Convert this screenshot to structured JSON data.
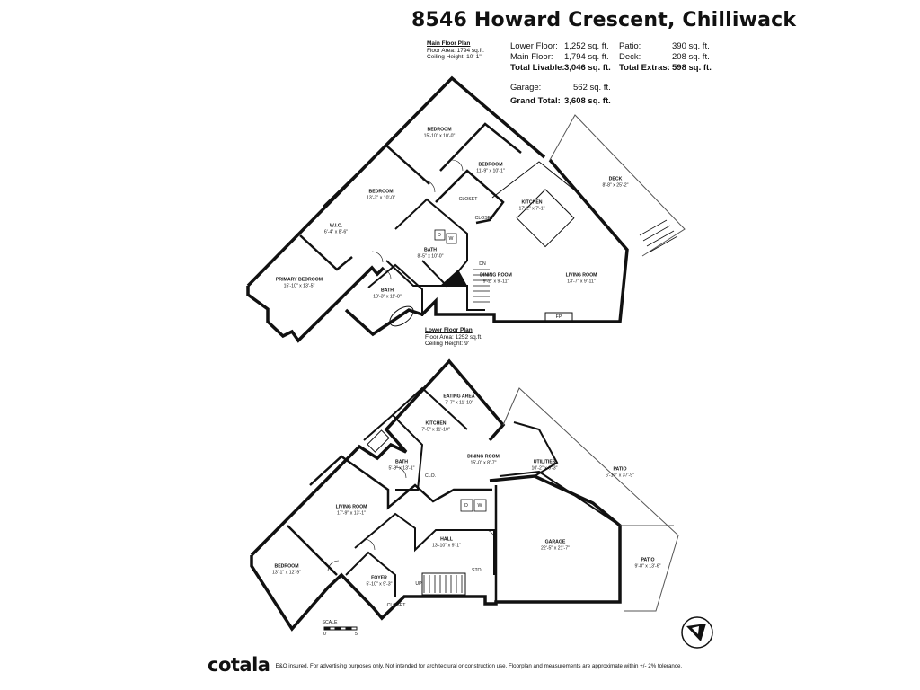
{
  "title": "8546 Howard Crescent, Chilliwack",
  "main_plan_info": {
    "heading": "Main Floor Plan",
    "floor_area": "Floor Area: 1794 sq.ft.",
    "ceiling": "Ceiling Height: 10'-1\""
  },
  "lower_plan_info": {
    "heading": "Lower Floor Plan",
    "floor_area": "Floor Area: 1252 sq.ft.",
    "ceiling": "Ceiling Height: 9'"
  },
  "areas": {
    "lower_floor_label": "Lower Floor:",
    "lower_floor_value": "1,252",
    "main_floor_label": "Main Floor:",
    "main_floor_value": "1,794",
    "total_livable_label": "Total Livable:",
    "total_livable_value": "3,046",
    "garage_label": "Garage:",
    "garage_value": "562",
    "grand_total_label": "Grand Total:",
    "grand_total_value": "3,608",
    "patio_label": "Patio:",
    "patio_value": "390",
    "deck_label": "Deck:",
    "deck_value": "208",
    "total_extras_label": "Total Extras:",
    "total_extras_value": "598",
    "unit": "sq. ft."
  },
  "main_rooms": {
    "bedroom1_name": "BEDROOM",
    "bedroom1_dim": "15'-10\" x 10'-0\"",
    "bedroom2_name": "BEDROOM",
    "bedroom2_dim": "11'-9\" x 10'-1\"",
    "bedroom3_name": "BEDROOM",
    "bedroom3_dim": "13'-3\" x 10'-0\"",
    "wic_name": "W.I.C.",
    "wic_dim": "6'-4\" x 8'-6\"",
    "primary_name": "PRIMARY BEDROOM",
    "primary_dim": "15'-10\" x 13'-5\"",
    "bath1_name": "BATH",
    "bath1_dim": "8'-5\" x 10'-0\"",
    "bath2_name": "BATH",
    "bath2_dim": "10'-3\" x 11'-8\"",
    "closet1": "CLOSET",
    "closet2": "CLOSET",
    "kitchen_name": "KITCHEN",
    "kitchen_dim": "17'-2\" x 7'-1\"",
    "dining_name": "DINING ROOM",
    "dining_dim": "9'-2\" x 9'-11\"",
    "living_name": "LIVING ROOM",
    "living_dim": "13'-7\" x 9'-11\"",
    "deck_name": "DECK",
    "deck_dim": "8'-8\" x 25'-2\"",
    "fp": "FP",
    "dn": "DN",
    "d": "D",
    "w": "W"
  },
  "lower_rooms": {
    "eating_name": "EATING AREA",
    "eating_dim": "7'-7\" x 11'-10\"",
    "kitchen_name": "KITCHEN",
    "kitchen_dim": "7'-5\" x 11'-10\"",
    "bath_name": "BATH",
    "bath_dim": "5'-8\" x 13'-1\"",
    "clo": "CLO.",
    "dining_name": "DINING ROOM",
    "dining_dim": "15'-0\" x 8'-7\"",
    "utilities_name": "UTILITIES",
    "utilities_dim": "10'-2\" x 6'-3\"",
    "patio1_name": "PATIO",
    "patio1_dim": "6'-10\" x 37'-9\"",
    "living_name": "LIVING ROOM",
    "living_dim": "17'-9\" x 13'-1\"",
    "hall_name": "HALL",
    "hall_dim": "13'-10\" x 9'-1\"",
    "garage_name": "GARAGE",
    "garage_dim": "22'-5\" x 21'-7\"",
    "patio2_name": "PATIO",
    "patio2_dim": "9'-8\" x 13'-6\"",
    "bedroom_name": "BEDROOM",
    "bedroom_dim": "13'-1\" x 12'-9\"",
    "foyer_name": "FOYER",
    "foyer_dim": "5'-10\" x 9'-3\"",
    "closet": "CLOSET",
    "sto": "STO.",
    "up": "UP",
    "d": "D",
    "w": "W"
  },
  "scale": {
    "label": "SCALE",
    "zero": "0'",
    "five": "5'"
  },
  "footer": {
    "logo": "cotala",
    "disclaimer": "E&O insured. For advertising purposes only. Not intended for architectural or construction use. Floorplan and measurements are approximate within +/- 2% tolerance."
  },
  "north_icon": "north-arrow-icon"
}
